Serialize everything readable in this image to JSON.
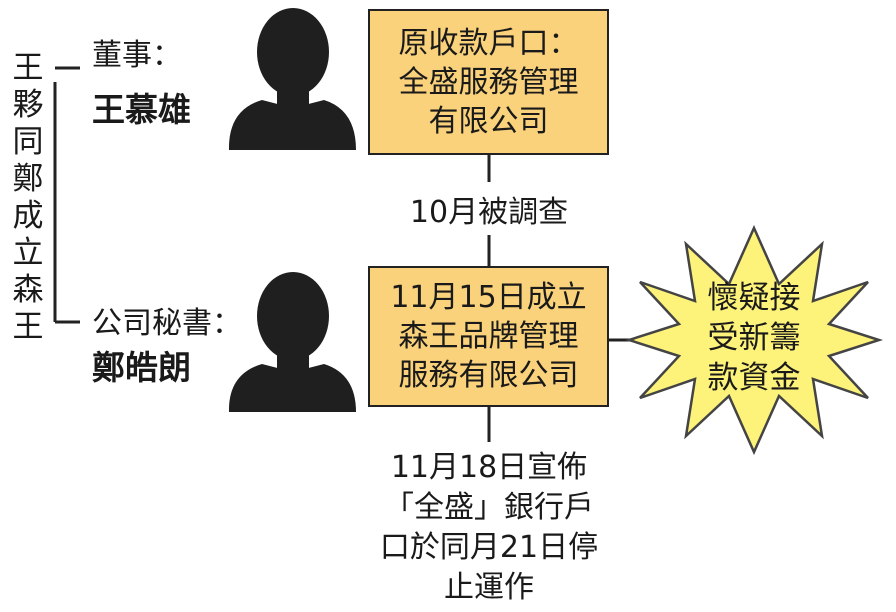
{
  "side_label": "王夥同鄭成立森王",
  "director": {
    "role": "董事：",
    "name": "王慕雄"
  },
  "secretary": {
    "role": "公司秘書：",
    "name": "鄭皓朗"
  },
  "box_top": "原收款戶口：全盛服務管理有限公司",
  "box_mid": "11月15日成立森王品牌管理服務有限公司",
  "note_mid": "10月被調查",
  "note_bottom": "11月18日宣佈「全盛」銀行戶口於同月21日停止運作",
  "burst": "懷疑接受新籌款資金",
  "colors": {
    "box_fill": "#f9d27b",
    "burst_fill": "#fdf27a",
    "silhouette": "#1f1f1f"
  }
}
